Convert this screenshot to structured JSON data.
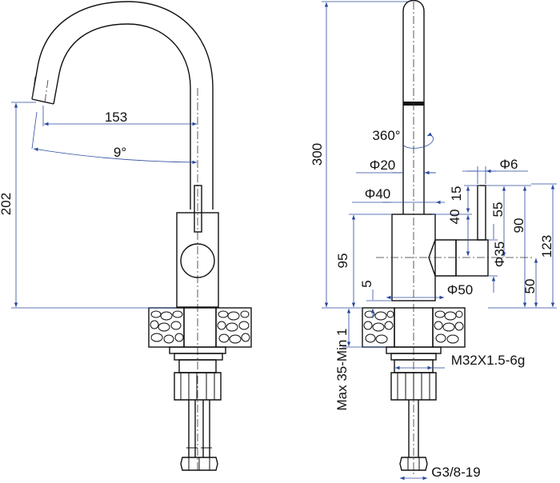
{
  "drawing": {
    "front_view": {
      "dim_height": "202",
      "dim_reach": "153",
      "dim_angle": "9°"
    },
    "side_view": {
      "dim_total_height": "300",
      "dim_rotation": "360°",
      "dim_spout_dia": "Φ20",
      "dim_lever_dia": "Φ6",
      "dim_15": "15",
      "dim_body_dia": "Φ40",
      "dim_40": "40",
      "dim_55": "55",
      "dim_90": "90",
      "dim_123": "123",
      "dim_95": "95",
      "dim_handle_dia": "Φ35",
      "dim_5": "5",
      "dim_base_dia": "Φ50",
      "dim_50": "50",
      "dim_thread": "M32X1.5-6g",
      "dim_counter": "Max 35-Min 1",
      "dim_hose": "G3/8-19"
    }
  }
}
